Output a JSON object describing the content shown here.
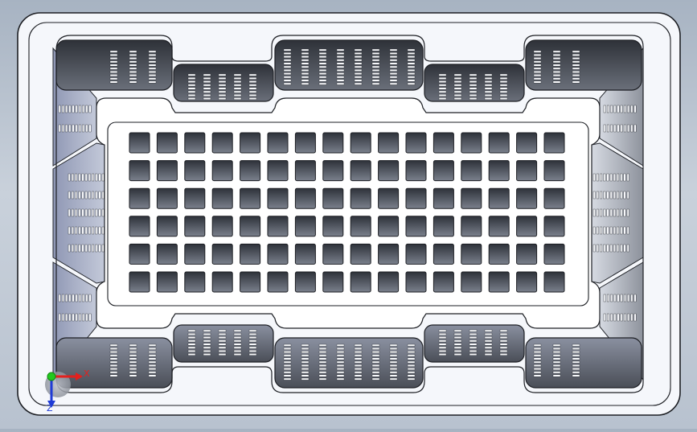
{
  "window": {
    "title": ""
  },
  "viewport": {
    "background_colors": [
      "#a7b3c2",
      "#c9d1db",
      "#b8c2cf"
    ],
    "model_body_color": "#f4f6fb",
    "model_pocket_color": "#5a5f69",
    "vent_slot_color": "#f7f8fb",
    "floor_hole_color": "#4f5560"
  },
  "model": {
    "name": "",
    "floor_grid": {
      "rows": 6,
      "cols": 16
    }
  },
  "triad": {
    "x_label": "X",
    "z_label": "Z",
    "x_color": "#e3201d",
    "y_color": "#22c81f",
    "z_color": "#1f3bd6"
  }
}
